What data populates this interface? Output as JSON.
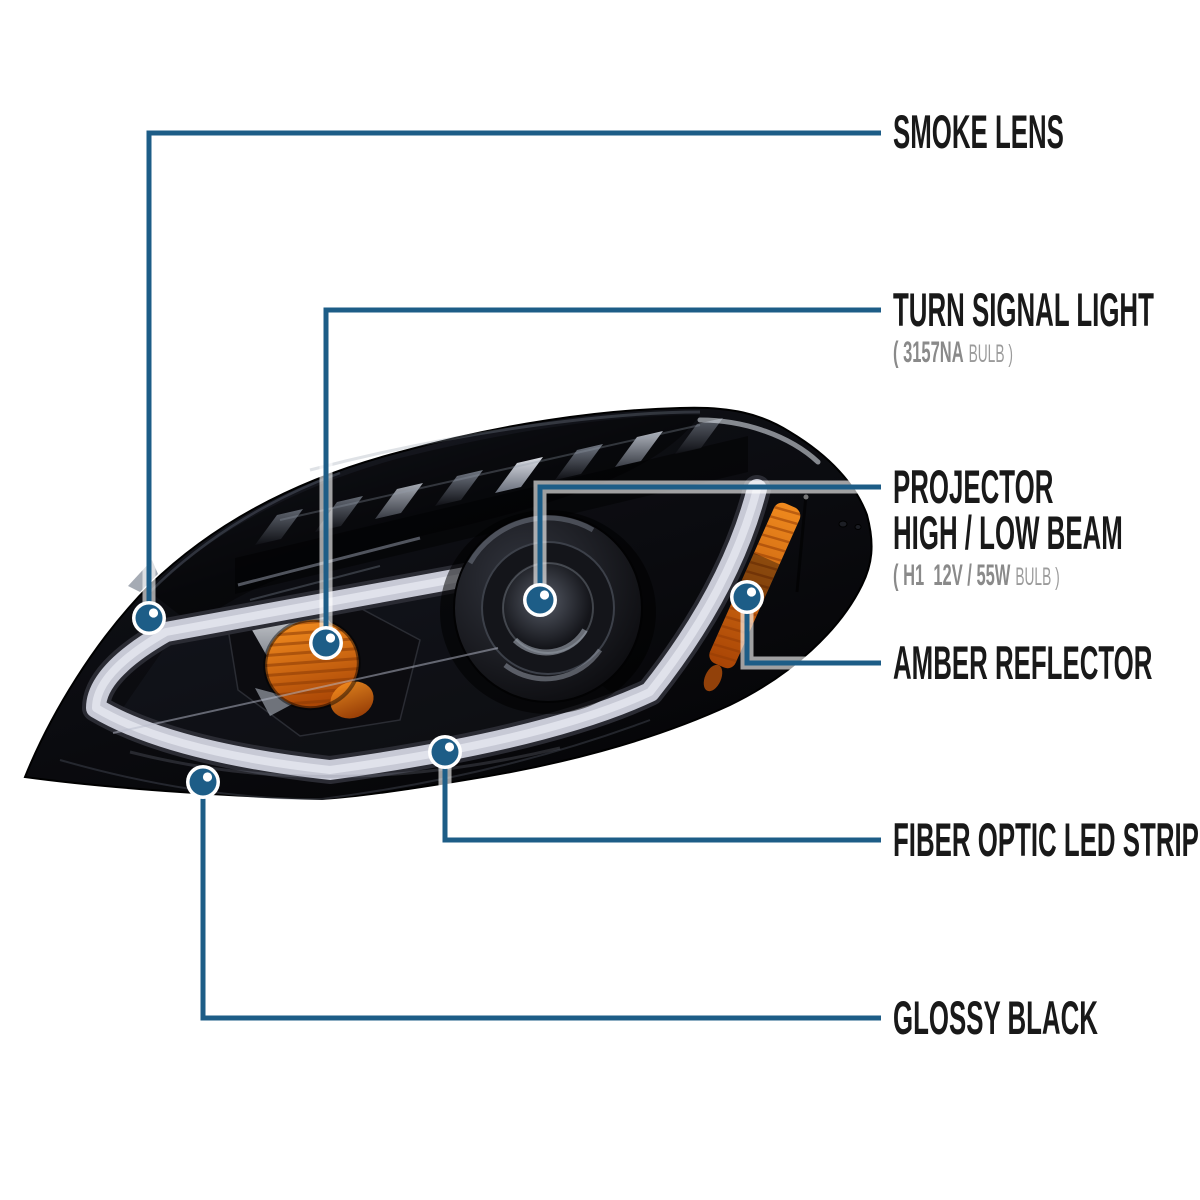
{
  "figure": {
    "kind": "annotated product diagram",
    "subject": "projector headlight assembly, driver side, smoked lens"
  },
  "colors": {
    "background": "#FFFFFF",
    "callout_line": "#1D5D87",
    "marker_fill": "#1D5D87",
    "marker_ring": "#FFFFFF",
    "label_text": "#191919",
    "sub_text": "#8A8A8A",
    "body_black": "#0B0B0F",
    "led_strip": "#C7C9D5",
    "amber": "#D96A10"
  },
  "callouts": [
    {
      "id": "smoke-lens",
      "label": "SMOKE LENS"
    },
    {
      "id": "turn-signal-light",
      "label": "TURN SIGNAL LIGHT",
      "sub_bold": "( 3157NA",
      "sub_light": "BULB )"
    },
    {
      "id": "projector-high-low-beam",
      "label": "PROJECTOR",
      "label2": "HIGH / LOW BEAM",
      "sub_bold": "( H1  12V / 55W",
      "sub_light": "BULB )"
    },
    {
      "id": "amber-reflector",
      "label": "AMBER REFLECTOR"
    },
    {
      "id": "fiber-optic-led-strip",
      "label": "FIBER OPTIC LED STRIP"
    },
    {
      "id": "glossy-black",
      "label": "GLOSSY BLACK"
    }
  ]
}
